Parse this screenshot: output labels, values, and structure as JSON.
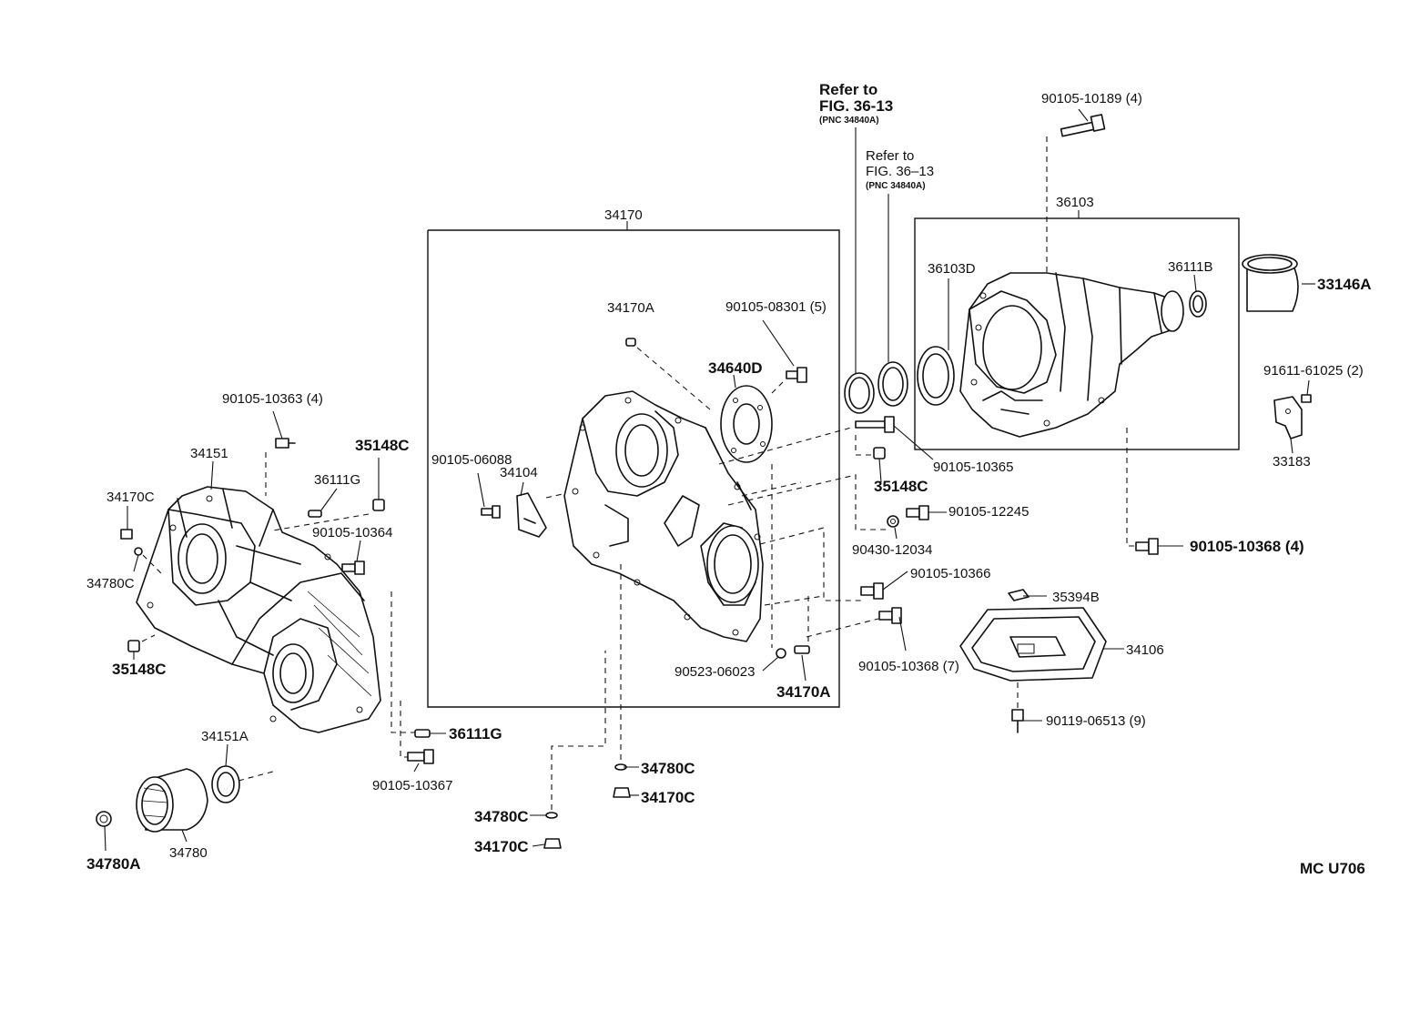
{
  "diagram": {
    "labels": {
      "box_34170": "34170",
      "p34170A_top": "34170A",
      "p90105_08301": "90105-08301 (5)",
      "p34640D": "34640D",
      "p90105_06088": "90105-06088",
      "p34104": "34104",
      "p90523_06023": "90523-06023",
      "p34170A_bot": "34170A",
      "p34780C_mid": "34780C",
      "p34170C_mid": "34170C",
      "p34780C_low": "34780C",
      "p34170C_low": "34170C",
      "p90105_10363": "90105-10363 (4)",
      "p34151": "34151",
      "p35148C_top": "35148C",
      "p36111G_top": "36111G",
      "p34170C_left": "34170C",
      "p90105_10364": "90105-10364",
      "p34780C_left": "34780C",
      "p35148C_left": "35148C",
      "p36111G_bot": "36111G",
      "p90105_10367": "90105-10367",
      "p34151A": "34151A",
      "p34780": "34780",
      "p34780A": "34780A",
      "refer1_l1": "Refer  to",
      "refer1_l2": "FIG. 36-13",
      "refer1_l3": "(PNC  34840A)",
      "refer2_l1": "Refer to",
      "refer2_l2": "FIG. 36–13",
      "refer2_l3": "(PNC 34840A)",
      "p90105_10189": "90105-10189 (4)",
      "box_36103": "36103",
      "p36103D": "36103D",
      "p36111B": "36111B",
      "p33146A": "33146A",
      "p91611_61025": "91611-61025 (2)",
      "p33183": "33183",
      "p90105_10365": "90105-10365",
      "p35148C_right": "35148C",
      "p90105_12245": "90105-12245",
      "p90430_12034": "90430-12034",
      "p90105_10368_4": "90105-10368 (4)",
      "p90105_10366": "90105-10366",
      "p35394B": "35394B",
      "p90105_10368_7": "90105-10368 (7)",
      "p34106": "34106",
      "p90119_06513": "90119-06513 (9)",
      "fig_code": "MC  U706"
    }
  }
}
